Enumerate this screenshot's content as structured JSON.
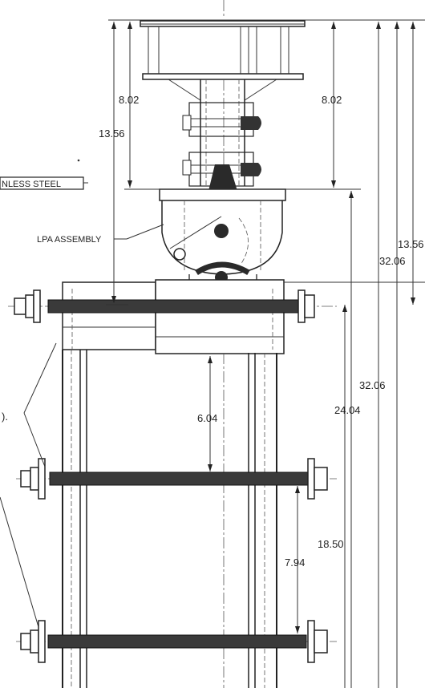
{
  "labels": {
    "material": "NLESS STEEL",
    "lpa": "LPA ASSEMBLY",
    "paren": ")."
  },
  "dimensions": {
    "d1": "8.02",
    "d2": "13.56",
    "d3": "8.02",
    "d4": "13.56",
    "d5": "32.06",
    "d6": "32.06",
    "d7": "24.04",
    "d8": "6.04",
    "d9": "18.50",
    "d10": "7.94"
  }
}
